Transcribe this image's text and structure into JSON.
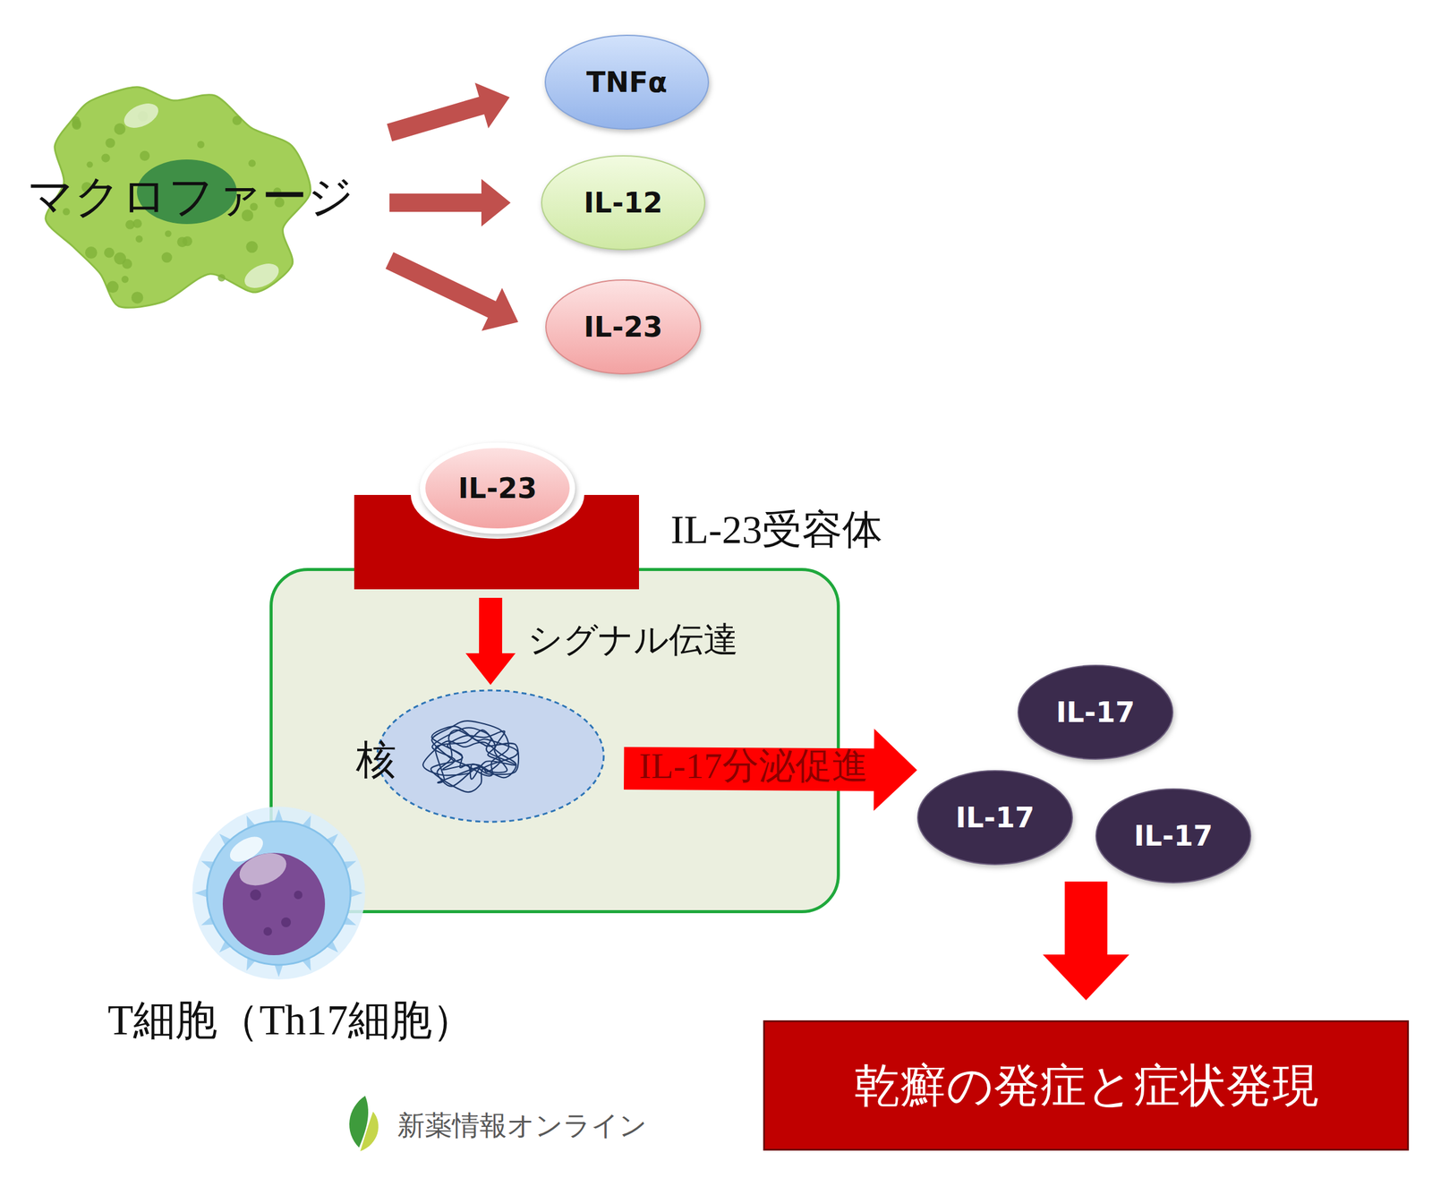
{
  "diagram": {
    "nodes": [
      {
        "text": [
          "マクロファージ"
        ]
      },
      {
        "text": [
          "TNFα"
        ]
      },
      {
        "text": [
          "IL-12"
        ]
      },
      {
        "text": [
          "IL-23"
        ]
      },
      {
        "text": [
          "IL-23"
        ]
      },
      {
        "text": [
          "IL-23受容体"
        ]
      },
      {
        "text": [
          "T細胞（Th17細胞）"
        ]
      },
      {
        "text": [
          "核"
        ],
        "in": 6
      },
      {
        "text": [
          "IL-17"
        ]
      },
      {
        "text": [
          "IL-17"
        ]
      },
      {
        "text": [
          "IL-17"
        ]
      },
      {
        "text": [
          "乾癬の発症と症状発現"
        ]
      }
    ],
    "edges": [
      {
        "from": 0,
        "to": 1,
        "arrow": "to"
      },
      {
        "from": 0,
        "to": 2,
        "arrow": "to"
      },
      {
        "from": 0,
        "to": 3,
        "arrow": "to"
      },
      {
        "from": 5,
        "to": 7,
        "label": "シグナル伝達",
        "arrow": "to"
      },
      {
        "from": 7,
        "to": 9,
        "label": "IL-17分泌促進",
        "arrow": "to"
      },
      {
        "from": 8,
        "to": 11,
        "arrow": "to"
      }
    ],
    "labels": [
      "新薬情報オンライン"
    ]
  }
}
